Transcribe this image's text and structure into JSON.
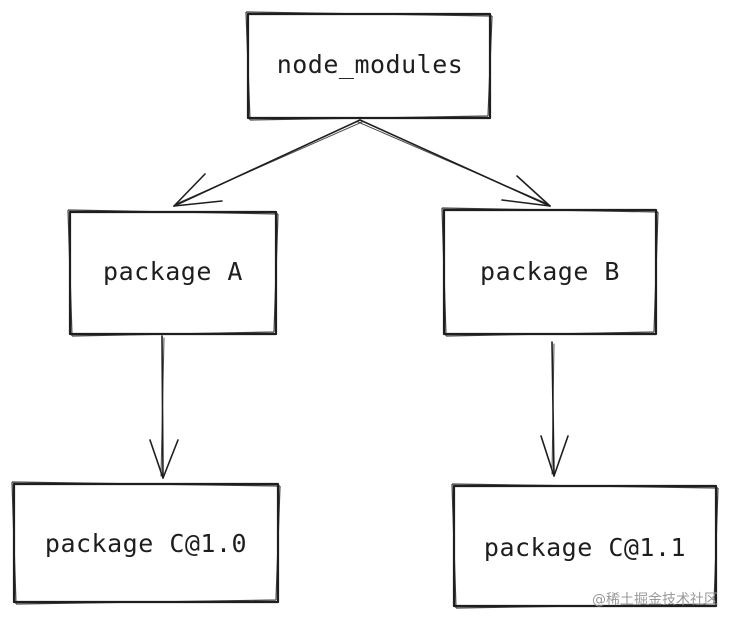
{
  "nodes": {
    "root": {
      "label": "node_modules"
    },
    "package_a": {
      "label": "package A"
    },
    "package_b": {
      "label": "package B"
    },
    "package_c_1_0": {
      "label": "package C@1.0"
    },
    "package_c_1_1": {
      "label": "package C@1.1"
    }
  },
  "edges": [
    {
      "from": "node_modules",
      "to": "package A"
    },
    {
      "from": "node_modules",
      "to": "package B"
    },
    {
      "from": "package A",
      "to": "package C@1.0"
    },
    {
      "from": "package B",
      "to": "package C@1.1"
    }
  ],
  "watermark": "@稀土掘金技术社区"
}
